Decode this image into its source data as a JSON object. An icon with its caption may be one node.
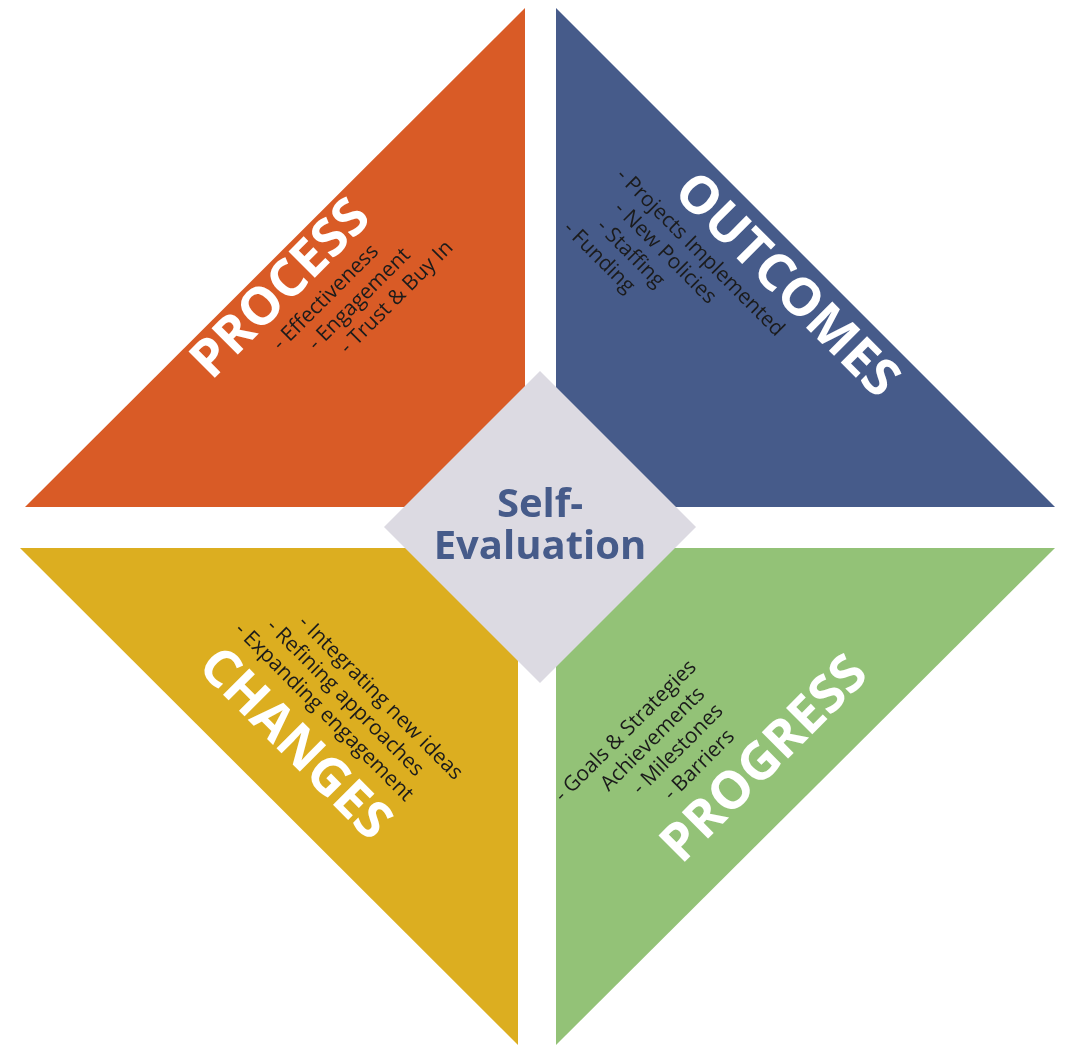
{
  "diagram": {
    "nodes": [
      {
        "text": [
          "PROCESS",
          "- Effectiveness",
          "- Engagement",
          "- Trust & Buy In"
        ]
      },
      {
        "text": [
          "OUTCOMES",
          "- Projects Implemented",
          "- New Policies",
          "- Staffing",
          "- Funding"
        ]
      },
      {
        "text": [
          "- Integrating new ideas",
          "- Refining approaches",
          "- Expanding engagement",
          "CHANGES"
        ]
      },
      {
        "text": [
          "- Goals & Strategies",
          "Achievements",
          "- Milestones",
          "- Barriers",
          "PROGRESS"
        ]
      },
      {
        "text": [
          "Self-Evaluation"
        ]
      }
    ]
  }
}
